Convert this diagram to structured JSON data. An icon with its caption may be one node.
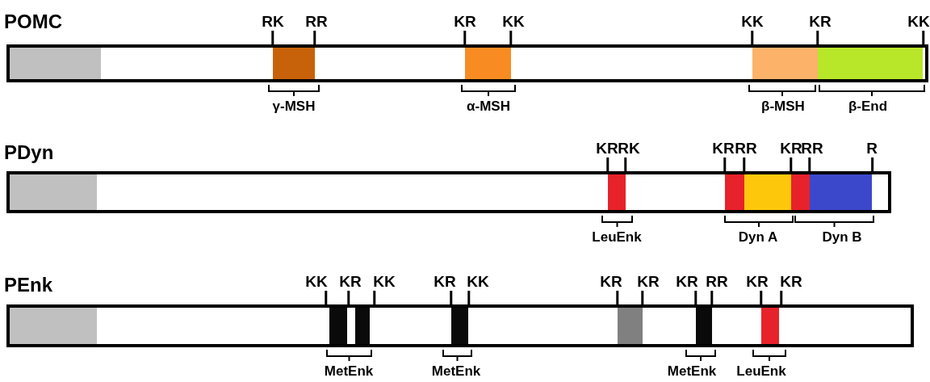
{
  "diagram": {
    "nodes": [
      {
        "text": [
          "POMC"
        ],
        "beside": [
          "RK",
          "RR",
          "KR",
          "KK",
          "KK",
          "KR",
          "KK"
        ]
      },
      {
        "text": [
          "PDyn"
        ],
        "beside": [
          "KR",
          "RK",
          "KR",
          "RR",
          "KR",
          "RR",
          "R"
        ]
      },
      {
        "text": [
          "PEnk"
        ],
        "beside": [
          "KK",
          "KR",
          "KK",
          "KR",
          "KK",
          "KR",
          "KR",
          "KR",
          "RR",
          "KR",
          "KR"
        ]
      }
    ],
    "labels": [
      "γ-MSH",
      "α-MSH",
      "β-MSH",
      "β-End",
      "LeuEnk",
      "Dyn A",
      "Dyn B",
      "MetEnk",
      "MetEnk",
      "MetEnk",
      "LeuEnk"
    ]
  }
}
